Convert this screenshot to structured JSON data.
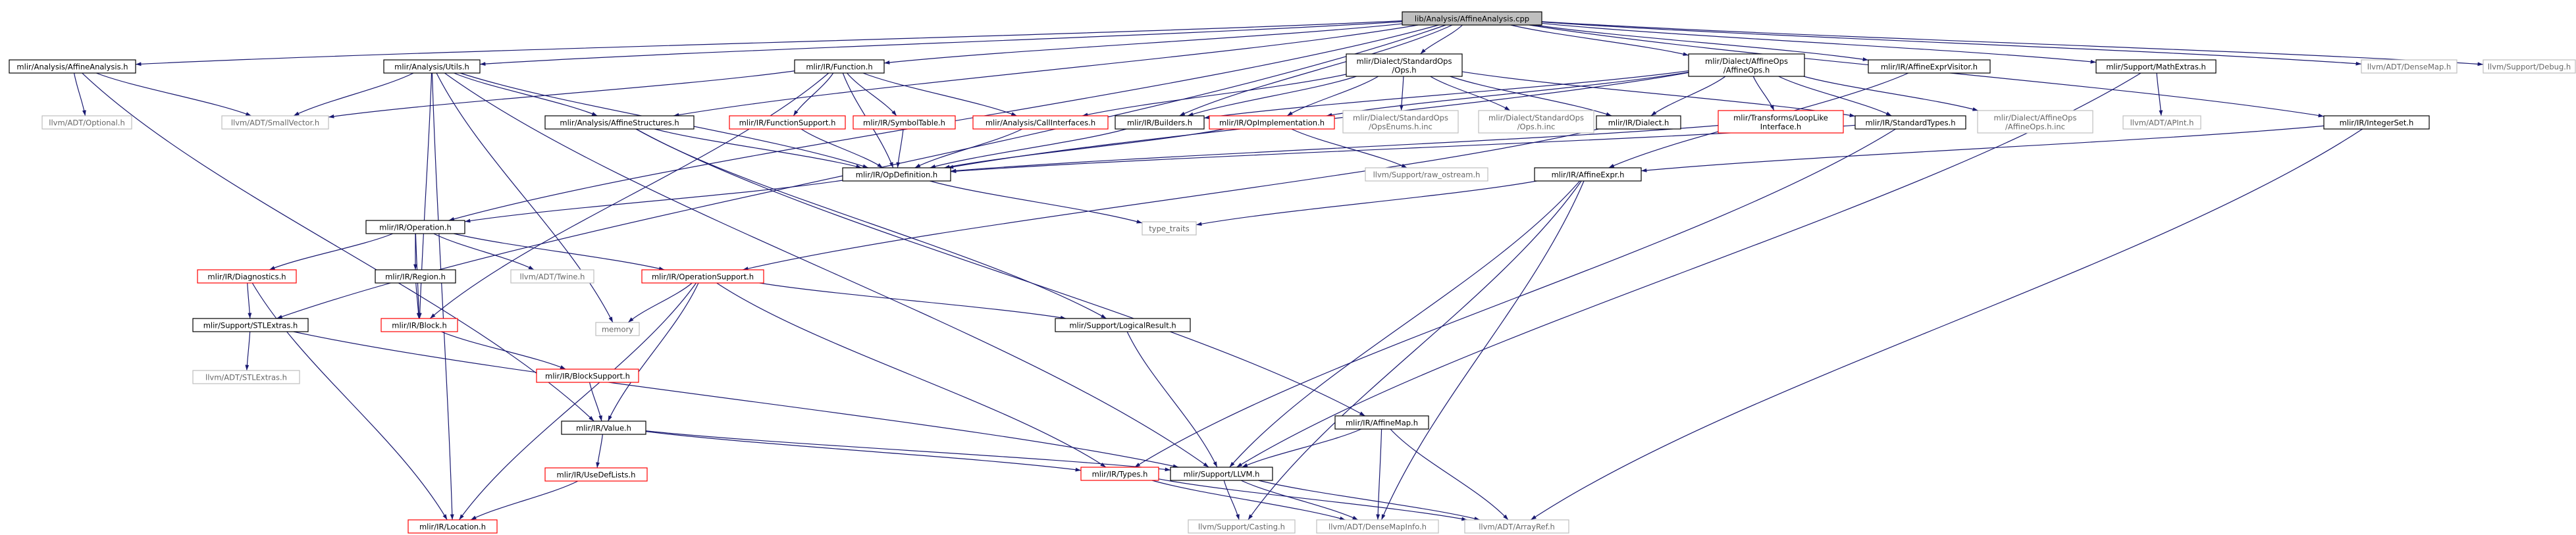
{
  "colors": {
    "edge": "#191970",
    "root_fill": "#bfbfbf",
    "root_border": "#000000",
    "documented_border": "#000000",
    "incomplete_border": "#ff0000",
    "external_border": "#bfbfbf",
    "external_text": "#666666",
    "text": "#000000"
  },
  "nodes": [
    {
      "id": "root",
      "label": "lib/Analysis/AffineAnalysis.cpp",
      "kind": "root"
    },
    {
      "id": "aa_h",
      "label": "mlir/Analysis/AffineAnalysis.h",
      "kind": "documented"
    },
    {
      "id": "utils_h",
      "label": "mlir/Analysis/Utils.h",
      "kind": "documented"
    },
    {
      "id": "function_h",
      "label": "mlir/IR/Function.h",
      "kind": "documented"
    },
    {
      "id": "stdops_h",
      "label": [
        "mlir/Dialect/StandardOps",
        "/Ops.h"
      ],
      "kind": "documented"
    },
    {
      "id": "affineops_h",
      "label": [
        "mlir/Dialect/AffineOps",
        "/AffineOps.h"
      ],
      "kind": "documented"
    },
    {
      "id": "aev_h",
      "label": "mlir/IR/AffineExprVisitor.h",
      "kind": "documented"
    },
    {
      "id": "mathextras_h",
      "label": "mlir/Support/MathExtras.h",
      "kind": "documented"
    },
    {
      "id": "densemap_h",
      "label": "llvm/ADT/DenseMap.h",
      "kind": "external"
    },
    {
      "id": "debug_h",
      "label": "llvm/Support/Debug.h",
      "kind": "external"
    },
    {
      "id": "optional_h",
      "label": "llvm/ADT/Optional.h",
      "kind": "external"
    },
    {
      "id": "smallvec_h",
      "label": "llvm/ADT/SmallVector.h",
      "kind": "external"
    },
    {
      "id": "astructs_h",
      "label": "mlir/Analysis/AffineStructures.h",
      "kind": "documented"
    },
    {
      "id": "funcsupport_h",
      "label": "mlir/IR/FunctionSupport.h",
      "kind": "incomplete"
    },
    {
      "id": "symtab_h",
      "label": "mlir/IR/SymbolTable.h",
      "kind": "incomplete"
    },
    {
      "id": "callif_h",
      "label": "mlir/Analysis/CallInterfaces.h",
      "kind": "incomplete"
    },
    {
      "id": "builders_h",
      "label": "mlir/IR/Builders.h",
      "kind": "documented"
    },
    {
      "id": "opimpl_h",
      "label": "mlir/IR/OpImplementation.h",
      "kind": "incomplete"
    },
    {
      "id": "opsenums_h",
      "label": [
        "mlir/Dialect/StandardOps",
        "/OpsEnums.h.inc"
      ],
      "kind": "external"
    },
    {
      "id": "stdops_inc",
      "label": [
        "mlir/Dialect/StandardOps",
        "/Ops.h.inc"
      ],
      "kind": "external"
    },
    {
      "id": "dialect_h",
      "label": "mlir/IR/Dialect.h",
      "kind": "documented"
    },
    {
      "id": "looplike_h",
      "label": [
        "mlir/Transforms/LoopLike",
        "Interface.h"
      ],
      "kind": "incomplete"
    },
    {
      "id": "stdtypes_h",
      "label": "mlir/IR/StandardTypes.h",
      "kind": "documented"
    },
    {
      "id": "affineops_inc",
      "label": [
        "mlir/Dialect/AffineOps",
        "/AffineOps.h.inc"
      ],
      "kind": "external"
    },
    {
      "id": "apint_h",
      "label": "llvm/ADT/APInt.h",
      "kind": "external"
    },
    {
      "id": "intset_h",
      "label": "mlir/IR/IntegerSet.h",
      "kind": "documented"
    },
    {
      "id": "opdef_h",
      "label": "mlir/IR/OpDefinition.h",
      "kind": "documented"
    },
    {
      "id": "rawostream_h",
      "label": "llvm/Support/raw_ostream.h",
      "kind": "external"
    },
    {
      "id": "affineexpr_h",
      "label": "mlir/IR/AffineExpr.h",
      "kind": "documented"
    },
    {
      "id": "typetraits_h",
      "label": "type_traits",
      "kind": "external"
    },
    {
      "id": "operation_h",
      "label": "mlir/IR/Operation.h",
      "kind": "documented"
    },
    {
      "id": "diagnostics_h",
      "label": "mlir/IR/Diagnostics.h",
      "kind": "incomplete"
    },
    {
      "id": "region_h",
      "label": "mlir/IR/Region.h",
      "kind": "documented"
    },
    {
      "id": "twine_h",
      "label": "llvm/ADT/Twine.h",
      "kind": "external"
    },
    {
      "id": "opsupport_h",
      "label": "mlir/IR/OperationSupport.h",
      "kind": "incomplete"
    },
    {
      "id": "memory_h",
      "label": "memory",
      "kind": "external"
    },
    {
      "id": "stlextras_h",
      "label": "mlir/Support/STLExtras.h",
      "kind": "documented"
    },
    {
      "id": "block_h",
      "label": "mlir/IR/Block.h",
      "kind": "incomplete"
    },
    {
      "id": "logicalresult_h",
      "label": "mlir/Support/LogicalResult.h",
      "kind": "documented"
    },
    {
      "id": "llvmstl_h",
      "label": "llvm/ADT/STLExtras.h",
      "kind": "external"
    },
    {
      "id": "blocksupport_h",
      "label": "mlir/IR/BlockSupport.h",
      "kind": "incomplete"
    },
    {
      "id": "value_h",
      "label": "mlir/IR/Value.h",
      "kind": "documented"
    },
    {
      "id": "affinemap_h",
      "label": "mlir/IR/AffineMap.h",
      "kind": "documented"
    },
    {
      "id": "usedef_h",
      "label": "mlir/IR/UseDefLists.h",
      "kind": "incomplete"
    },
    {
      "id": "types_h",
      "label": "mlir/IR/Types.h",
      "kind": "incomplete"
    },
    {
      "id": "supportllvm_h",
      "label": "mlir/Support/LLVM.h",
      "kind": "documented"
    },
    {
      "id": "location_h",
      "label": "mlir/IR/Location.h",
      "kind": "incomplete"
    },
    {
      "id": "casting_h",
      "label": "llvm/Support/Casting.h",
      "kind": "external"
    },
    {
      "id": "densemapinfo_h",
      "label": "llvm/ADT/DenseMapInfo.h",
      "kind": "external"
    },
    {
      "id": "arrayref_h",
      "label": "llvm/ADT/ArrayRef.h",
      "kind": "external"
    }
  ],
  "edges": [
    [
      "root",
      "aa_h"
    ],
    [
      "root",
      "utils_h"
    ],
    [
      "root",
      "function_h"
    ],
    [
      "root",
      "stdops_h"
    ],
    [
      "root",
      "affineops_h"
    ],
    [
      "root",
      "aev_h"
    ],
    [
      "root",
      "mathextras_h"
    ],
    [
      "root",
      "densemap_h"
    ],
    [
      "root",
      "debug_h"
    ],
    [
      "root",
      "stlextras_h"
    ],
    [
      "root",
      "operation_h"
    ],
    [
      "root",
      "builders_h"
    ],
    [
      "root",
      "intset_h"
    ],
    [
      "root",
      "astructs_h"
    ],
    [
      "aa_h",
      "optional_h"
    ],
    [
      "aa_h",
      "smallvec_h"
    ],
    [
      "aa_h",
      "value_h"
    ],
    [
      "utils_h",
      "smallvec_h"
    ],
    [
      "utils_h",
      "astructs_h"
    ],
    [
      "utils_h",
      "block_h"
    ],
    [
      "utils_h",
      "location_h"
    ],
    [
      "utils_h",
      "memory_h"
    ],
    [
      "utils_h",
      "supportllvm_h"
    ],
    [
      "utils_h",
      "opdef_h"
    ],
    [
      "function_h",
      "funcsupport_h"
    ],
    [
      "function_h",
      "symtab_h"
    ],
    [
      "function_h",
      "callif_h"
    ],
    [
      "function_h",
      "opdef_h"
    ],
    [
      "function_h",
      "block_h"
    ],
    [
      "function_h",
      "smallvec_h"
    ],
    [
      "stdops_h",
      "callif_h"
    ],
    [
      "stdops_h",
      "builders_h"
    ],
    [
      "stdops_h",
      "opimpl_h"
    ],
    [
      "stdops_h",
      "opsenums_h"
    ],
    [
      "stdops_h",
      "stdops_inc"
    ],
    [
      "stdops_h",
      "dialect_h"
    ],
    [
      "stdops_h",
      "stdtypes_h"
    ],
    [
      "affineops_h",
      "builders_h"
    ],
    [
      "affineops_h",
      "dialect_h"
    ],
    [
      "affineops_h",
      "looplike_h"
    ],
    [
      "affineops_h",
      "stdtypes_h"
    ],
    [
      "affineops_h",
      "affineops_inc"
    ],
    [
      "affineops_h",
      "opdef_h"
    ],
    [
      "affineops_h",
      "opimpl_h"
    ],
    [
      "aev_h",
      "affineexpr_h"
    ],
    [
      "mathextras_h",
      "apint_h"
    ],
    [
      "mathextras_h",
      "supportllvm_h"
    ],
    [
      "intset_h",
      "affineexpr_h"
    ],
    [
      "intset_h",
      "arrayref_h"
    ],
    [
      "astructs_h",
      "opdef_h"
    ],
    [
      "astructs_h",
      "affinemap_h"
    ],
    [
      "astructs_h",
      "logicalresult_h"
    ],
    [
      "funcsupport_h",
      "opdef_h"
    ],
    [
      "symtab_h",
      "opdef_h"
    ],
    [
      "callif_h",
      "opdef_h"
    ],
    [
      "builders_h",
      "opdef_h"
    ],
    [
      "opimpl_h",
      "opdef_h"
    ],
    [
      "opimpl_h",
      "rawostream_h"
    ],
    [
      "looplike_h",
      "opdef_h"
    ],
    [
      "stdtypes_h",
      "opdef_h"
    ],
    [
      "stdtypes_h",
      "types_h"
    ],
    [
      "dialect_h",
      "opsupport_h"
    ],
    [
      "opdef_h",
      "operation_h"
    ],
    [
      "opdef_h",
      "typetraits_h"
    ],
    [
      "affineexpr_h",
      "typetraits_h"
    ],
    [
      "affineexpr_h",
      "supportllvm_h"
    ],
    [
      "affineexpr_h",
      "densemapinfo_h"
    ],
    [
      "affineexpr_h",
      "casting_h"
    ],
    [
      "operation_h",
      "diagnostics_h"
    ],
    [
      "operation_h",
      "region_h"
    ],
    [
      "operation_h",
      "block_h"
    ],
    [
      "operation_h",
      "opsupport_h"
    ],
    [
      "operation_h",
      "twine_h"
    ],
    [
      "diagnostics_h",
      "stlextras_h"
    ],
    [
      "diagnostics_h",
      "location_h"
    ],
    [
      "region_h",
      "block_h"
    ],
    [
      "opsupport_h",
      "memory_h"
    ],
    [
      "opsupport_h",
      "logicalresult_h"
    ],
    [
      "opsupport_h",
      "value_h"
    ],
    [
      "opsupport_h",
      "types_h"
    ],
    [
      "opsupport_h",
      "location_h"
    ],
    [
      "stlextras_h",
      "llvmstl_h"
    ],
    [
      "stlextras_h",
      "supportllvm_h"
    ],
    [
      "block_h",
      "blocksupport_h"
    ],
    [
      "blocksupport_h",
      "value_h"
    ],
    [
      "value_h",
      "usedef_h"
    ],
    [
      "value_h",
      "types_h"
    ],
    [
      "value_h",
      "supportllvm_h"
    ],
    [
      "logicalresult_h",
      "supportllvm_h"
    ],
    [
      "affinemap_h",
      "supportllvm_h"
    ],
    [
      "affinemap_h",
      "densemapinfo_h"
    ],
    [
      "affinemap_h",
      "arrayref_h"
    ],
    [
      "usedef_h",
      "location_h"
    ],
    [
      "types_h",
      "densemapinfo_h"
    ],
    [
      "types_h",
      "arrayref_h"
    ],
    [
      "supportllvm_h",
      "casting_h"
    ],
    [
      "supportllvm_h",
      "densemapinfo_h"
    ],
    [
      "supportllvm_h",
      "arrayref_h"
    ]
  ]
}
